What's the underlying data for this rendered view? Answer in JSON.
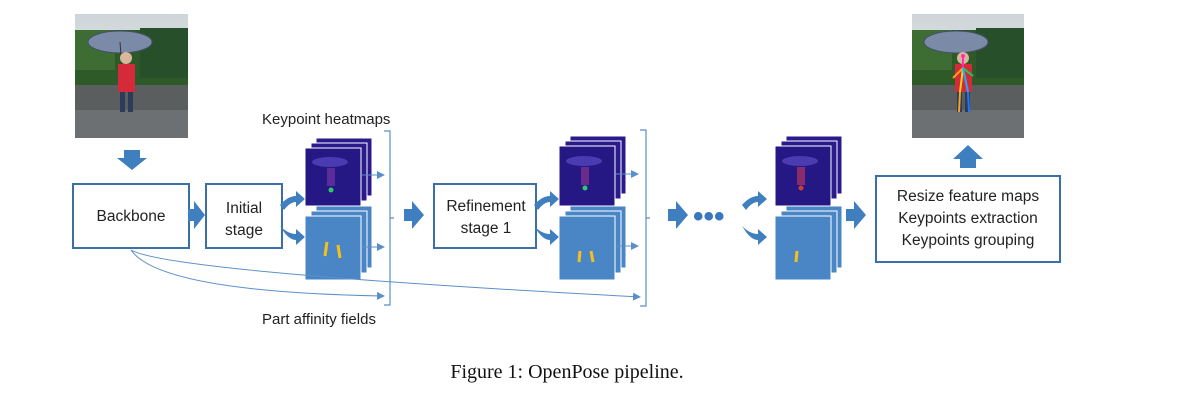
{
  "labels": {
    "top": "Keypoint heatmaps",
    "bottom": "Part affinity fields",
    "ellipsis": "•••"
  },
  "boxes": {
    "backbone": "Backbone",
    "initial": [
      "Initial",
      "stage"
    ],
    "refinement": [
      "Refinement",
      "stage 1"
    ],
    "final": [
      "Resize feature maps",
      "Keypoints extraction",
      "Keypoints grouping"
    ]
  },
  "caption": "Figure 1: OpenPose pipeline.",
  "colors": {
    "arrow": "#3f7fc0",
    "box_border": "#3a6fa8",
    "heatmap": "#2a1a8c",
    "paf": "#4a86c6",
    "line": "#5b8fc9"
  },
  "icons": {
    "input_photo": "child-with-umbrella-photo",
    "output_photo": "child-with-umbrella-pose-overlay-photo"
  }
}
